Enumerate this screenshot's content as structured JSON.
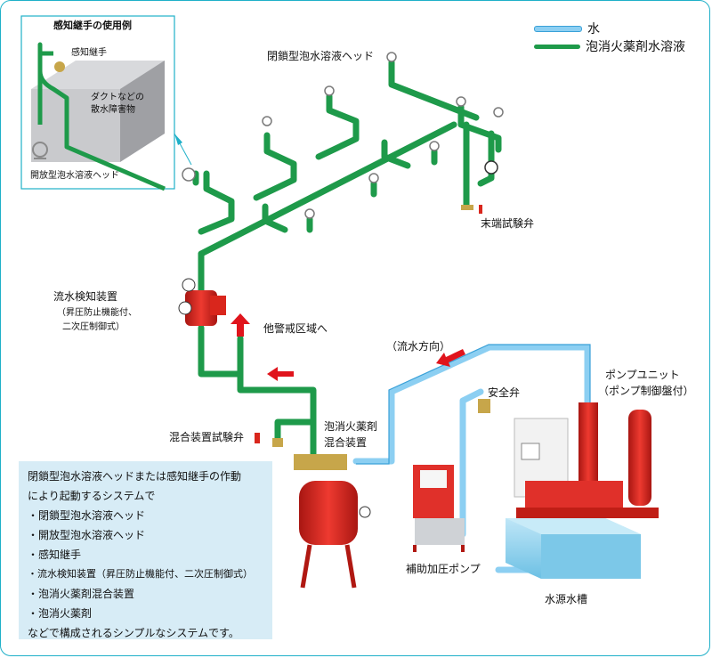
{
  "legend": {
    "water": {
      "label": "水",
      "color": "#8ccff2"
    },
    "foam": {
      "label": "泡消火薬剤水溶液",
      "color": "#1e9a4a"
    }
  },
  "inset": {
    "title": "感知継手の使用例",
    "sensor_joint": "感知継手",
    "duct_line1": "ダクトなどの",
    "duct_line2": "散水障害物",
    "open_head": "開放型泡水溶液ヘッド"
  },
  "labels": {
    "closed_head": "閉鎖型泡水溶液ヘッド",
    "end_test_valve": "末端試験弁",
    "flow_detector": "流水検知装置",
    "flow_detector_sub1": "（昇圧防止機能付、",
    "flow_detector_sub2": "二次圧制御式）",
    "other_zone": "他警戒区域へ",
    "flow_direction": "（流水方向）",
    "mixer_test_valve": "混合装置試験弁",
    "mixer_line1": "泡消火薬剤",
    "mixer_line2": "混合装置",
    "safety_valve": "安全弁",
    "pump_unit": "ポンプユニット",
    "pump_unit_sub": "（ポンプ制御盤付）",
    "aux_pump": "補助加圧ポンプ",
    "water_tank": "水源水槽"
  },
  "note": {
    "lines": [
      "閉鎖型泡水溶液ヘッドまたは感知継手の作動",
      "により起動するシステムで",
      "・閉鎖型泡水溶液ヘッド",
      "・開放型泡水溶液ヘッド",
      "・感知継手",
      "・流水検知装置（昇圧防止機能付、二次圧制御式）",
      "・泡消火薬剤混合装置",
      "・泡消火薬剤",
      "などで構成されるシンプルなシステムです。"
    ]
  },
  "colors": {
    "frame": "#1fb0c8",
    "equipment_red": "#e0302a",
    "arrow_red": "#e0141c",
    "note_bg": "#d7ecf6",
    "tank": "#8fd0ec"
  }
}
